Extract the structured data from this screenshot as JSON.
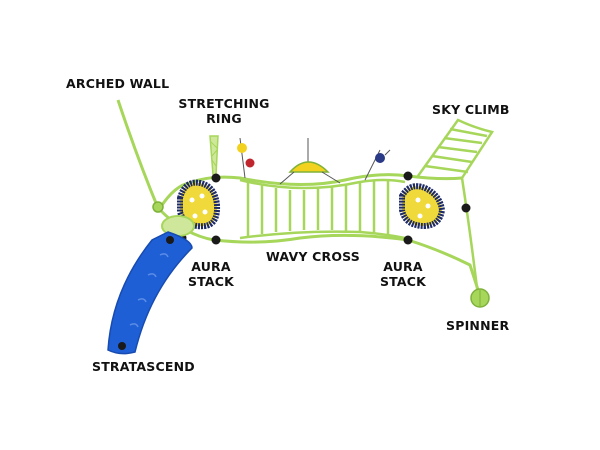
{
  "labels": {
    "arched_wall": "ARCHED WALL",
    "stretching_ring": [
      "STRETCHING",
      "RING"
    ],
    "sky_climb": "SKY CLIMB",
    "aura_stack_left": [
      "AURA",
      "STACK"
    ],
    "wavy_cross": "WAVY CROSS",
    "aura_stack_right": [
      "AURA",
      "STACK"
    ],
    "spinner": "SPINNER",
    "stratascend": "STRATASCEND"
  },
  "colors": {
    "background": "#ffffff",
    "frame_green": "#a6d65a",
    "frame_green_dark": "#7fb23a",
    "panel_blue": "#1f5fd6",
    "ring_navy": "#1d2a66",
    "ring_yellow": "#f0d93a",
    "hold_red": "#c0262d",
    "hold_yellow": "#f2d21f",
    "hold_navy": "#2b3a86",
    "bolt_black": "#1a1a1a",
    "text": "#111111"
  }
}
